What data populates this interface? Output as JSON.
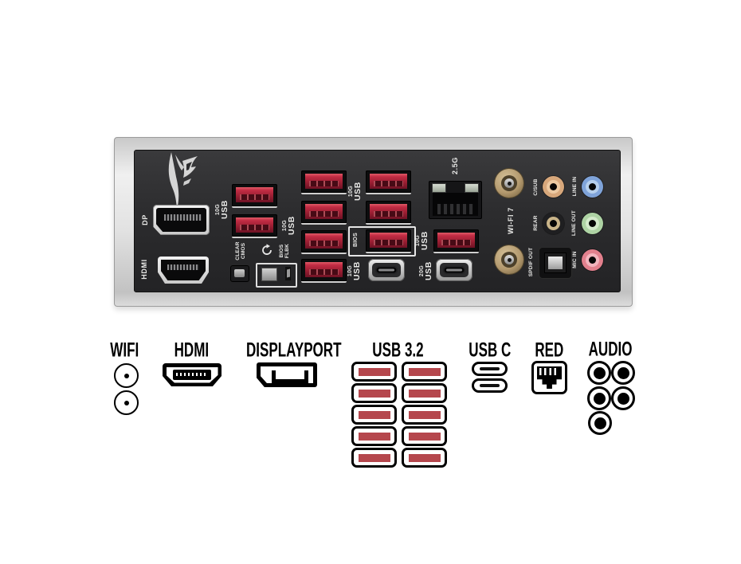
{
  "panel": {
    "labels": {
      "dp": "DP",
      "hdmi": "HDMI",
      "usb10g_l1": "10G",
      "usb10g_l2": "USB",
      "usb20g_l1": "20G",
      "clear_l1": "CLEAR",
      "clear_l2": "CMOS",
      "flbk_l1": "BIOS",
      "flbk_l2": "FLBK",
      "bios_box": "BIOS",
      "lan": "2.5G",
      "wifi": "WI-FI 7",
      "csub": "C/SUB",
      "line_in": "LINE IN",
      "rear": "REAR",
      "line_out": "LINE OUT",
      "spdif": "SPDIF OUT",
      "mic_in": "MIC IN"
    }
  },
  "legend": {
    "wifi": "WIFI",
    "hdmi": "HDMI",
    "displayport": "DISPLAYPORT",
    "usb32": "USB 3.2",
    "usbc": "USB C",
    "lan": "RED",
    "audio": "AUDIO"
  },
  "colors": {
    "usb_red": "#a82338",
    "legend_red": "#b5474d",
    "audio_csub": "#d7a77b",
    "audio_line_in": "#7fa3d9",
    "audio_rear": "#1f1f21",
    "audio_line_out": "#aed3a4",
    "audio_mic_in": "#e2808d",
    "wifi_gold": "#b3996e",
    "panel_dark": "#2c2c2e",
    "bracket_silver": "#d9d9d9"
  }
}
